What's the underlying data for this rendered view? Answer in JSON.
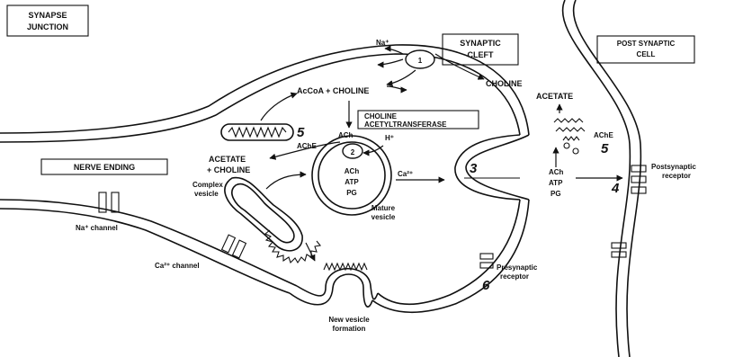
{
  "labels": {
    "synapse_junction": [
      "SYNAPSE",
      "JUNCTION"
    ],
    "synaptic_cleft": [
      "SYNAPTIC",
      "CLEFT"
    ],
    "post_synaptic_cell": [
      "POST SYNAPTIC",
      "CELL"
    ],
    "nerve_ending": "NERVE ENDING",
    "na_plus": "Na⁺",
    "choline_top": "CHOLINE",
    "acetate_right": "ACETATE",
    "ache_right": "AChE",
    "accoa_choline": "AcCoA + CHOLINE",
    "enzyme": [
      "CHOLINE",
      "ACETYLTRANSFERASE"
    ],
    "ach_top": "ACh",
    "ache_left": "AChE",
    "h_plus": "H⁺",
    "acetate_left": "ACETATE",
    "choline_left": "+ CHOLINE",
    "vesicle_contents": [
      "ACh",
      "ATP",
      "PG"
    ],
    "ca_2plus": "Ca²⁺",
    "mature_vesicle": [
      "Mature",
      "vesicle"
    ],
    "complex_vesicle": [
      "Complex",
      "vesicle"
    ],
    "cleft_contents": [
      "ACh",
      "ATP",
      "PG"
    ],
    "postsynaptic_receptor": [
      "Postsynaptic",
      "receptor"
    ],
    "presynaptic_receptor": [
      "Presynaptic",
      "receptor"
    ],
    "na_channel": "Na⁺ channel",
    "ca_channel": "Ca²⁺ channel",
    "new_vesicle_formation": [
      "New vesicle",
      "formation"
    ]
  },
  "step_numbers": {
    "one": "1",
    "two": "2",
    "three": "3",
    "four": "4",
    "five_mito": "5",
    "five_ache": "5",
    "six": "6"
  }
}
